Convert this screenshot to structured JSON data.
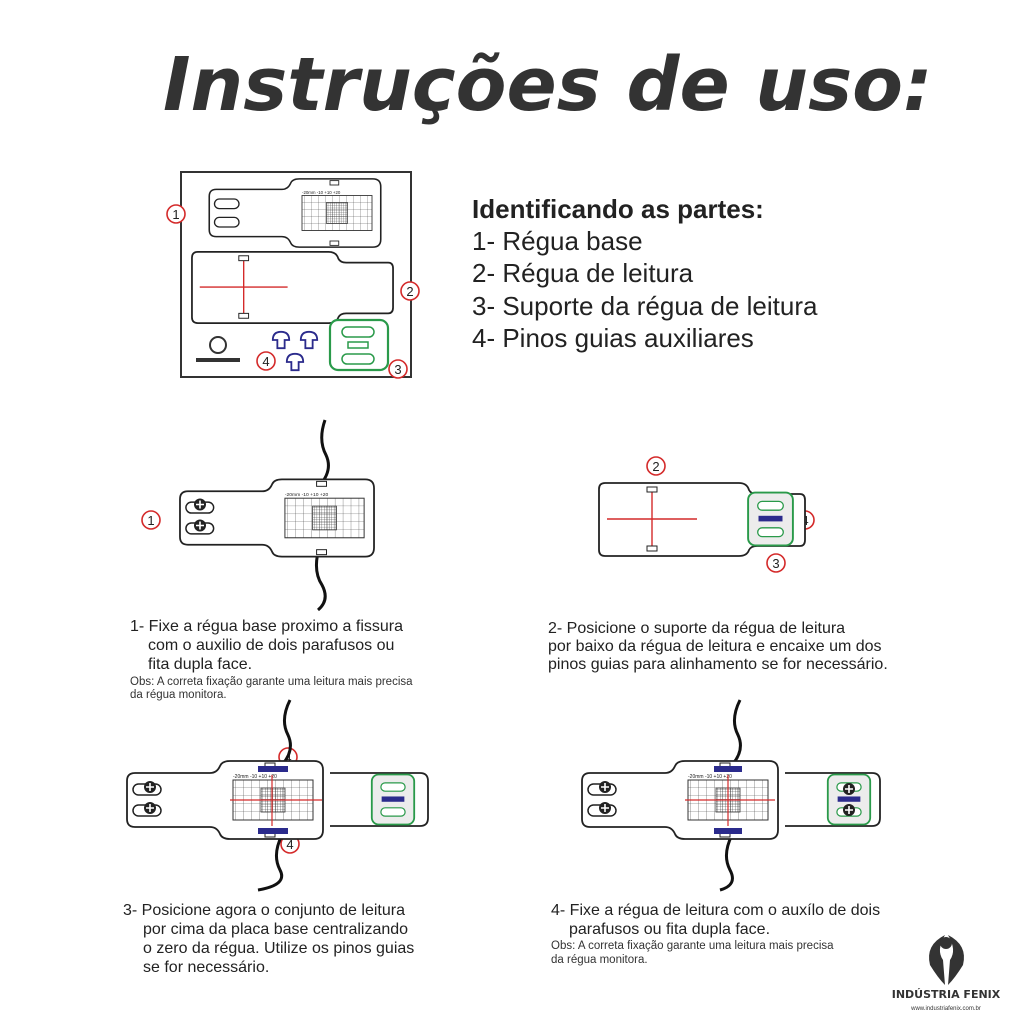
{
  "title": "Instruções de uso:",
  "parts": {
    "heading": "Identificando as partes:",
    "items": [
      "1- Régua base",
      "2- Régua de leitura",
      "3- Suporte da régua de leitura",
      "4- Pinos guias auxiliares"
    ]
  },
  "steps": [
    {
      "lines": [
        "1- Fixe a régua base proximo a fissura",
        "com o auxilio de dois parafusos ou",
        "fita dupla face."
      ],
      "obs": [
        "Obs: A correta fixação garante uma leitura mais precisa",
        "da régua monitora."
      ]
    },
    {
      "lines": [
        "2- Posicione o suporte da régua de leitura",
        "por baixo da régua de leitura e encaixe um dos",
        "pinos guias para alinhamento se for necessário."
      ]
    },
    {
      "lines": [
        "3- Posicione agora o conjunto de leitura",
        "por cima da placa base centralizando",
        "o zero da régua. Utilize os pinos guias",
        "se for necessário."
      ]
    },
    {
      "lines": [
        "4- Fixe a régua de leitura com o auxílo de dois",
        "parafusos ou fita dupla face."
      ],
      "obs": [
        "Obs: A correta fixação garante uma leitura mais precisa",
        "da régua monitora."
      ]
    }
  ],
  "callouts": [
    "1",
    "2",
    "3",
    "4"
  ],
  "logo": {
    "name": "INDÚSTRIA FENIX",
    "url": "www.industriafenix.com.br"
  },
  "colors": {
    "red": "#d42a2a",
    "green": "#2a9a4a",
    "blue": "#2b2b8c",
    "text": "#222222"
  }
}
